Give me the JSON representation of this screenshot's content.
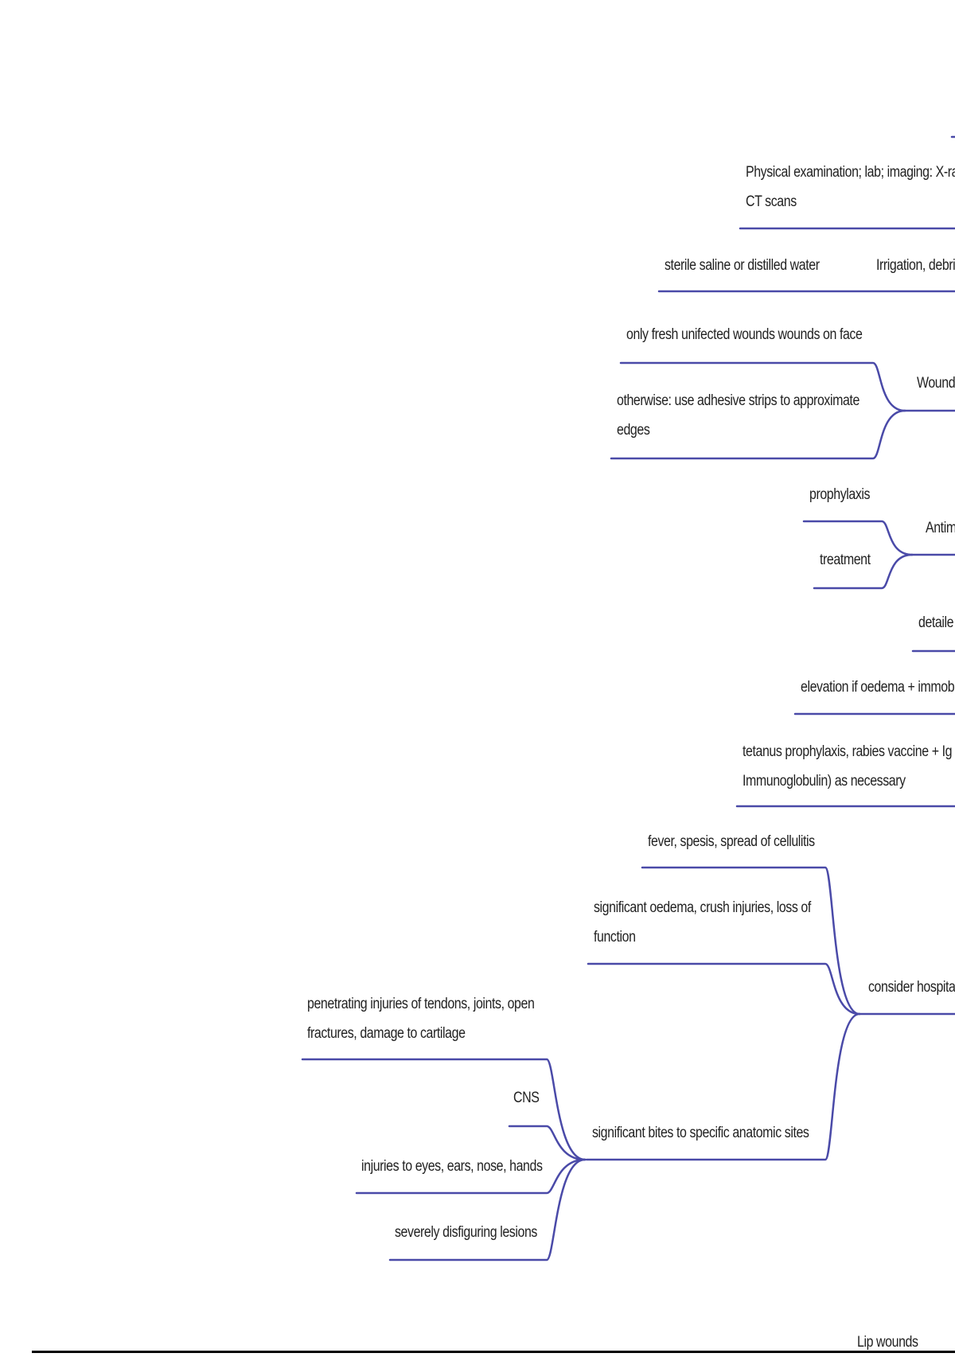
{
  "mindmap": {
    "line_color": "#4a4aa8",
    "text_color": "#222222",
    "nodes": {
      "physical_exam": [
        "Physical examination; lab; imaging: X-ray,",
        "CT scans"
      ],
      "sterile_saline": "sterile saline or distilled water",
      "irrigation": "Irrigation, debri",
      "only_fresh": "only fresh unifected wounds wounds on face",
      "otherwise": [
        "otherwise: use adhesive strips to approximate",
        "edges"
      ],
      "wound": "Wound",
      "prophylaxis": "prophylaxis",
      "treatment": "treatment",
      "antim": "Antim",
      "detailed": "detaile",
      "elevation": "elevation if oedema + immobi",
      "tetanus": [
        "tetanus prophylaxis, rabies vaccine + Ig (",
        "Immunoglobulin) as necessary"
      ],
      "fever": "fever, spesis, spread of cellulitis",
      "significant_oedema": [
        "significant oedema, crush injuries, loss of",
        "function"
      ],
      "consider_hospital": "consider hospita",
      "penetrating": [
        "penetrating injuries of tendons, joints, open",
        "fractures, damage to cartilage"
      ],
      "cns": "CNS",
      "eyes": "injuries to eyes, ears, nose, hands",
      "disfiguring": "severely disfiguring lesions",
      "significant_bites": "significant bites to specific anatomic sites",
      "lip_wounds": "Lip wounds"
    }
  }
}
